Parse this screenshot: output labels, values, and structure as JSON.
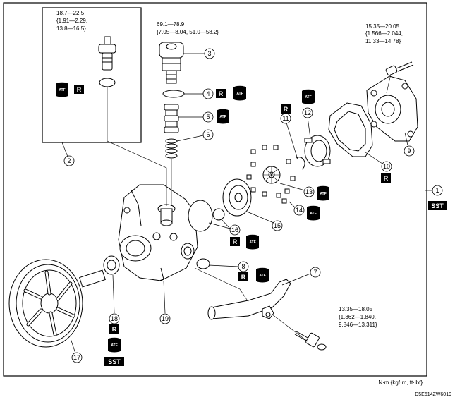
{
  "torques": {
    "switch": [
      "18.7—22.5",
      "{1.91—2.29,",
      "13.8—16.5}"
    ],
    "valve": [
      "69.1—78.9",
      "{7.05—8.04, 51.0—58.2}"
    ],
    "cover_bolt": [
      "15.35—20.05",
      "{1.566—2.044,",
      "11.33—14.78}"
    ],
    "pipe_bolt": [
      "13.35—18.05",
      "{1.362—1.840,",
      "9.846—13.311}"
    ]
  },
  "callouts": [
    "1",
    "2",
    "3",
    "4",
    "5",
    "6",
    "7",
    "8",
    "9",
    "10",
    "11",
    "12",
    "13",
    "14",
    "15",
    "16",
    "17",
    "18",
    "19"
  ],
  "tags": {
    "replace": "R",
    "sst": "SST",
    "atf": "ATF"
  },
  "units": "N·m {kgf·m, ft·lbf}",
  "figure_code": "D5E614ZW6019"
}
